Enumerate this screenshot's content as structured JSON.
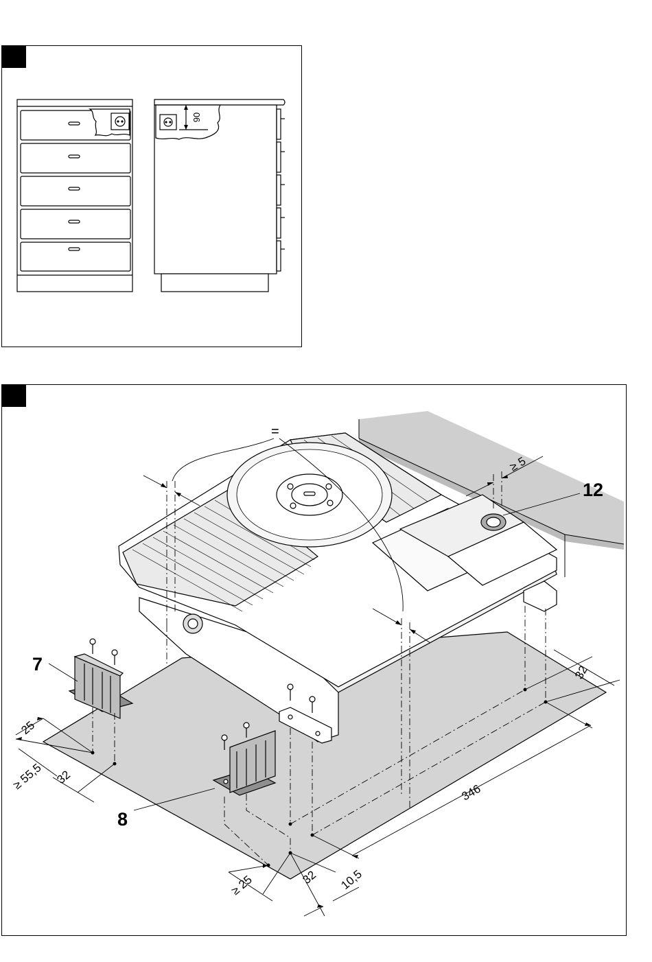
{
  "figure1": {
    "dimension": "90"
  },
  "figure2": {
    "callouts": {
      "part7": "7",
      "part8": "8",
      "part12": "12"
    },
    "dimensions": {
      "equal": "=",
      "gap_min": "≥ 5",
      "d32_right": "32",
      "d346": "346",
      "d25_left": "25",
      "d55_5": "≥ 55,5",
      "d32_left": "32",
      "d25_bottom": "≥ 25",
      "d32_bottom": "32",
      "d10_5": "10,5"
    }
  },
  "colors": {
    "line": "#000000",
    "surface_gray": "#d4d4d4",
    "wall_gray": "#cfcfcf",
    "part_gray": "#9a9a9a"
  }
}
